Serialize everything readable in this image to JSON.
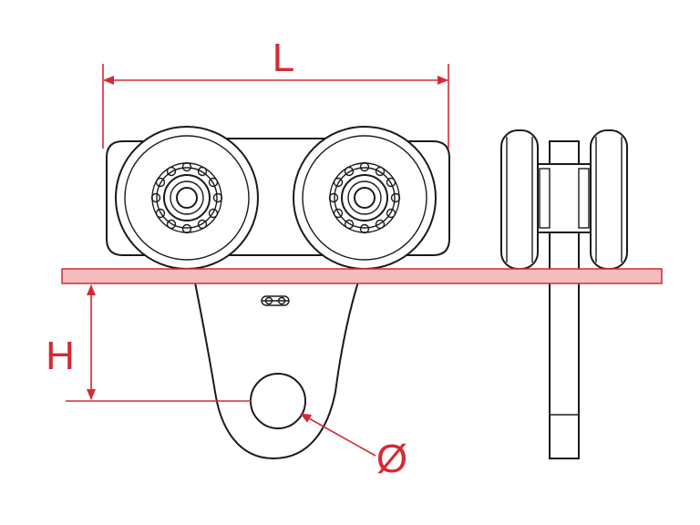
{
  "diagram": {
    "dimension_labels": {
      "length": "L",
      "height": "H",
      "diameter": "Ø"
    },
    "colors": {
      "dimension": "#d42a35",
      "rail_fill": "#f4bcbc",
      "outline": "#1a1a1a",
      "background": "#ffffff"
    }
  }
}
